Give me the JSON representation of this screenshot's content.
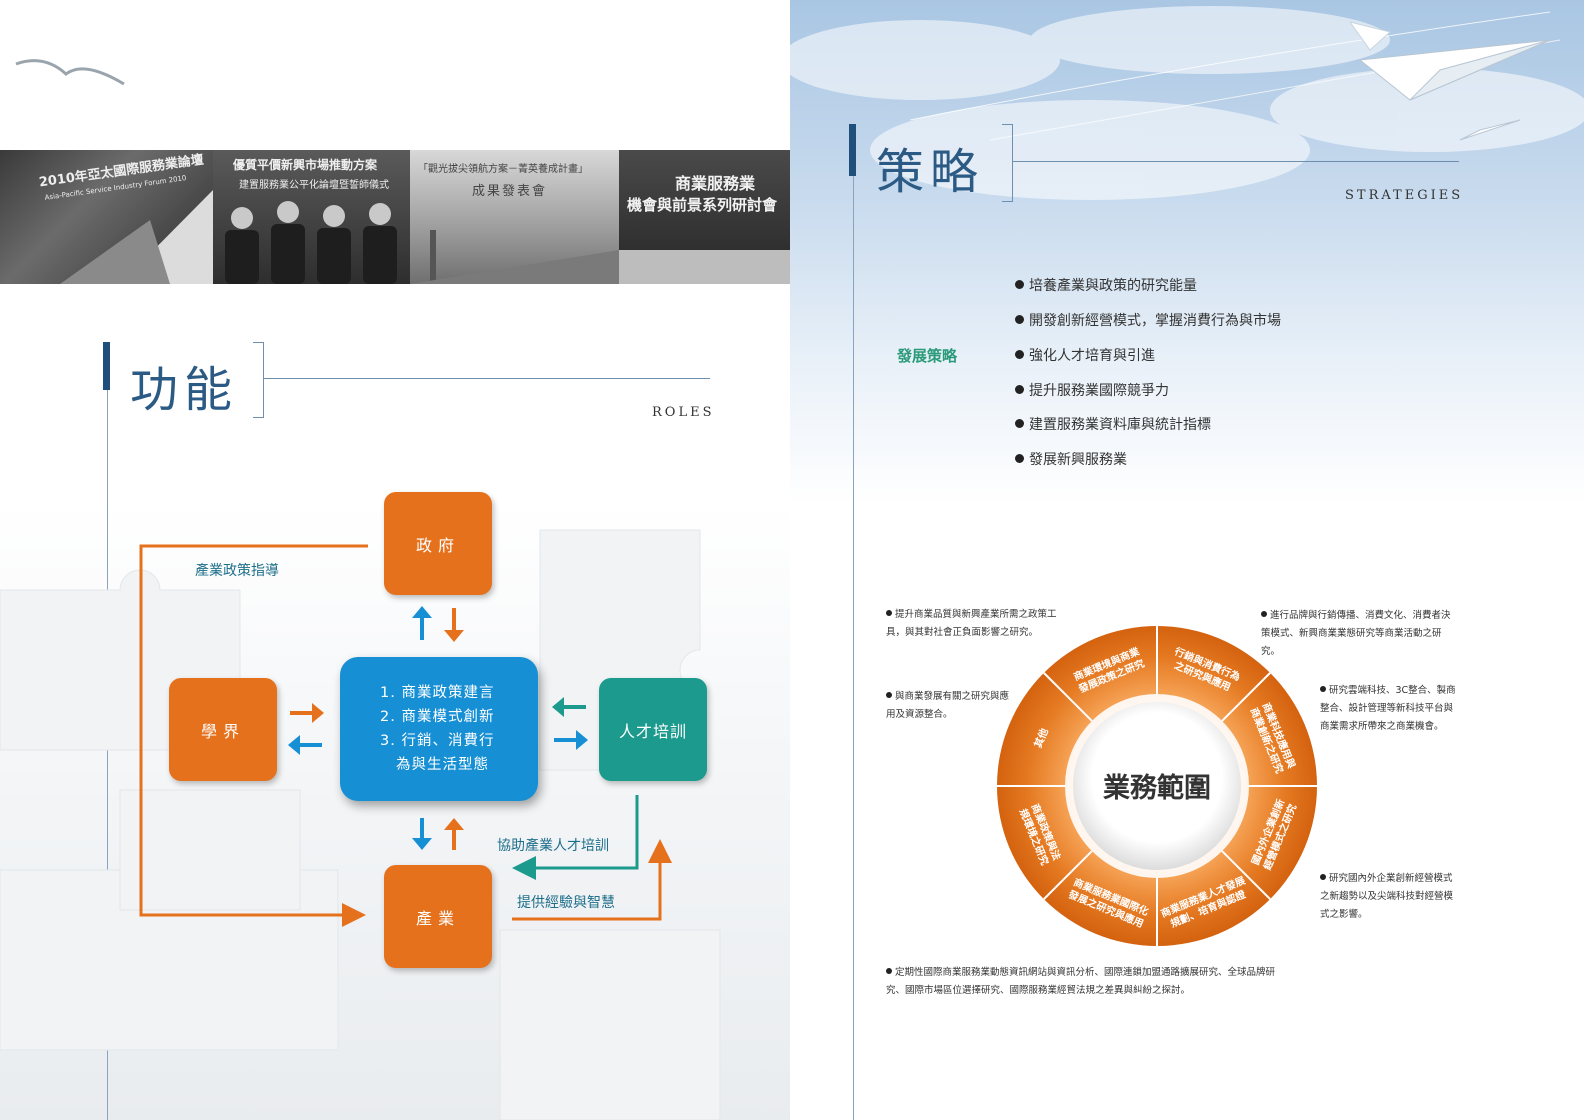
{
  "roles": {
    "title": "功能",
    "subtitle": "ROLES",
    "photos": [
      {
        "line1": "2010年亞太國際服務業論壇",
        "line2": "Asia-Pacific Service Industry Forum 2010"
      },
      {
        "line1": "優質平價新興市場推動方案",
        "line2": "建置服務業公平化論壇暨誓師儀式"
      },
      {
        "line1": "「觀光拔尖領航方案－菁英養成計畫」",
        "line2": "成果發表會"
      },
      {
        "line1": "商業服務業",
        "line2": "機會與前景系列研討會"
      }
    ],
    "diagram": {
      "government": "政府",
      "academia": "學界",
      "talent": "人才培訓",
      "industry": "產業",
      "center_items": [
        "1. 商業政策建言",
        "2. 商業模式創新",
        "3. 行銷、消費行",
        "為與生活型態"
      ],
      "label_policy": "產業政策指導",
      "label_assist": "協助產業人才培訓",
      "label_provide": "提供經驗與智慧"
    }
  },
  "strategies": {
    "title": "策略",
    "subtitle": "STRATEGIES",
    "dev_label": "發展策略",
    "items": [
      "培養產業與政策的研究能量",
      "開發創新經營模式，掌握消費行為與市場",
      "強化人才培育與引進",
      "提升服務業國際競爭力",
      "建置服務業資料庫與統計指標",
      "發展新興服務業"
    ]
  },
  "business_scope": {
    "center": "業務範圍",
    "segments": [
      "行銷與消費行為之研究與應用",
      "商業科技應用與商業創新之研究",
      "國內外企業創新經營模式之研究",
      "商業服務業人才發展規劃、培育與認證",
      "商業服務業國際化發展之研究與應用",
      "商業政策與法規環境之研究",
      "其他",
      "商業環境與商業發展政策之研究"
    ],
    "notes": [
      "提升商業品質與新興產業所需之政策工具，與其對社會正負面影響之研究。",
      "與商業發展有關之研究與應用及資源整合。",
      "進行品牌與行銷傳播、消費文化、消費者決策模式、新興商業業態研究等商業活動之研究。",
      "研究雲端科技、3C整合、製商整合、設計管理等新科技平台與商業需求所帶來之商業機會。",
      "研究國內外企業創新經營模式之新趨勢以及尖端科技對經營模式之影響。",
      "定期性國際商業服務業動態資訊網站與資訊分析、國際連鎖加盟通路擴展研究、全球品牌研究、國際市場區位選擇研究、國際服務業經貿法規之差異與糾紛之探討。"
    ]
  },
  "colors": {
    "orange": "#e6711c",
    "teal": "#1b9a8d",
    "blue": "#168fd4",
    "title_blue": "#2b5a84",
    "dev_green": "#2a9a7a"
  }
}
